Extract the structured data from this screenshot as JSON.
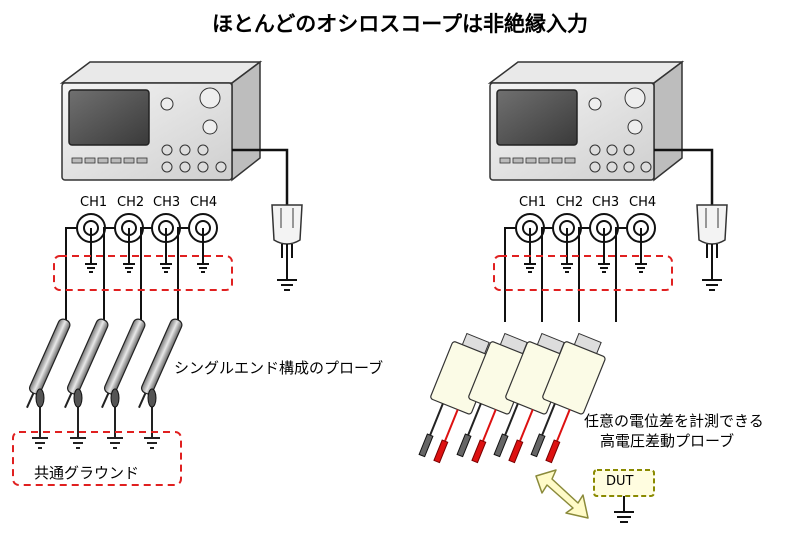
{
  "title": "ほとんどのオシロスコープは非絶縁入力",
  "left": {
    "channels": [
      "CH1",
      "CH2",
      "CH3",
      "CH4"
    ],
    "probe_label": "シングルエンド構成のプローブ",
    "ground_label": "共通グラウンド"
  },
  "right": {
    "channels": [
      "CH1",
      "CH2",
      "CH3",
      "CH4"
    ],
    "probe_label_line1": "任意の電位差を計測できる",
    "probe_label_line2": "高電圧差動プローブ",
    "dut_label": "DUT"
  },
  "colors": {
    "dashed_box": "#e02020",
    "dut_fill": "#fffde0",
    "dut_border": "#8a8a00",
    "diff_probe_body": "#fbfbe6",
    "red_lead": "#dd1111",
    "arrow_fill": "#fffbc8",
    "arrow_stroke": "#8a8a3a"
  }
}
